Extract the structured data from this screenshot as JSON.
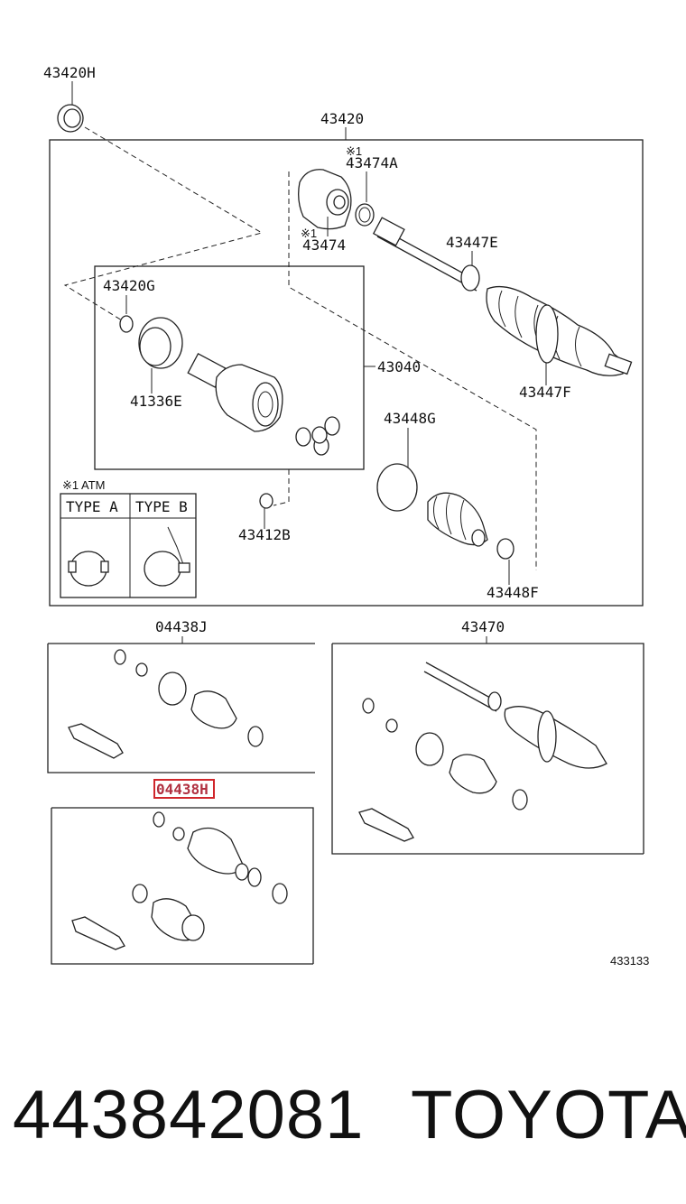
{
  "diagram": {
    "labels": {
      "p43420H": "43420H",
      "p43420": "43420",
      "note1a": "※1",
      "p43474A": "43474A",
      "note1b": "※1",
      "p43474": "43474",
      "p43447E": "43447E",
      "p43420G": "43420G",
      "p41336E": "41336E",
      "p43040": "43040",
      "p43447F": "43447F",
      "p43448G": "43448G",
      "atm": "※1 ATM",
      "typeA": "TYPE A",
      "typeB": "TYPE B",
      "p43412B": "43412B",
      "p43448F": "43448F",
      "p04438J": "04438J",
      "p43470": "43470",
      "p04438H": "04438H",
      "ref": "433133"
    },
    "highlight_color": "#d0262b"
  },
  "footer": {
    "part_number": "443842081",
    "brand": "TOYOTA"
  }
}
